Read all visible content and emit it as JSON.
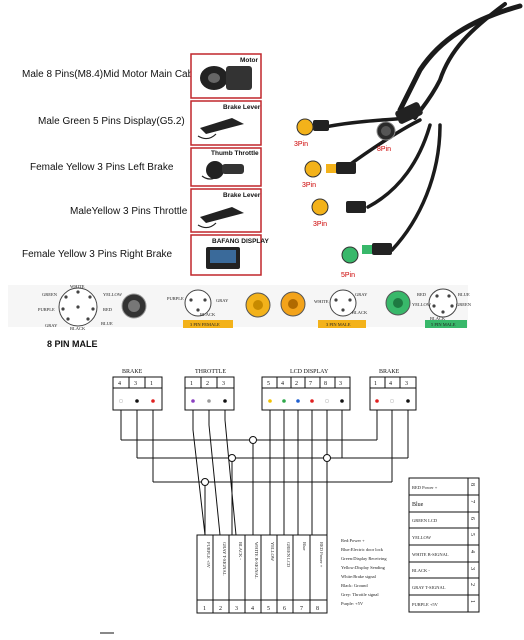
{
  "cables": [
    {
      "label": "Male 8 Pins(M8.4)Mid Motor Main Cable",
      "box_title": "Motor"
    },
    {
      "label": "Male Green 5 Pins Display(G5.2)",
      "box_title": "Brake Lever"
    },
    {
      "label": "Female Yellow 3 Pins Left Brake",
      "box_title": "Thumb Throttle"
    },
    {
      "label": "MaleYellow 3 Pins Throttle",
      "box_title": "Brake Lever"
    },
    {
      "label": "Female Yellow 3 Pins Right Brake",
      "box_title": "BAFANG DISPLAY"
    }
  ],
  "pin_callouts": [
    "8Pin",
    "3Pin",
    "3Pin",
    "3Pin",
    "5Pin"
  ],
  "pinouts": {
    "eight_pin_title": "8 PIN MALE",
    "eight_pin_wires": [
      "GREEN",
      "WHITE",
      "YELLOW",
      "PURPLE",
      "RED",
      "GRAY",
      "BLACK",
      "BLUE"
    ],
    "three_pin_female_label": "3 PIN FEMALE",
    "three_pin_female_wires": [
      "PURPLE",
      "GRAY",
      "BLACK"
    ],
    "three_pin_male_label": "3 PIN MALE",
    "three_pin_male_wires": [
      "WHITE",
      "GRAY",
      "BLACK"
    ],
    "five_pin_male_label": "5 PIN MALE",
    "five_pin_male_wires": [
      "RED",
      "BLUE",
      "YELLOW",
      "GREEN",
      "BLACK"
    ]
  },
  "schematic": {
    "brake_left": {
      "title": "BRAKE",
      "pins": [
        "4",
        "3",
        "1"
      ]
    },
    "throttle": {
      "title": "THROTTLE",
      "pins": [
        "1",
        "2",
        "3"
      ]
    },
    "display": {
      "title": "LCD DISPLAY",
      "pins": [
        "5",
        "4",
        "2",
        "7",
        "8",
        "3"
      ]
    },
    "brake_right": {
      "title": "BRAKE",
      "pins": [
        "1",
        "4",
        "3"
      ]
    },
    "bottom_connector": {
      "wires": [
        "PURPLE +5V",
        "GRAY  T-SIGNAL",
        "BLACK -",
        "WHITE B-SIGNAL",
        "YELLOW",
        "GREEN LCD",
        "Blue",
        "RED Power +"
      ],
      "numbers": [
        "1",
        "2",
        "3",
        "4",
        "5",
        "6",
        "7",
        "8"
      ]
    },
    "legend": [
      "Red:Power +",
      "Blue:Electric door lock",
      "Green:Display Receiving",
      "Yellow:Display Sending",
      "White:Brake signal",
      "Black: Ground",
      "Grey: Throttle signal",
      "Purple: +5V"
    ],
    "side_connector": {
      "wires": [
        "RED Power +",
        "Blue",
        "GREEN LCD",
        "YELLOW",
        "WHITE  B-SIGNAL",
        "BLACK  -",
        "GRAY  T-SIGNAL",
        "PURPLE  +5V"
      ],
      "numbers": [
        "8",
        "7",
        "6",
        "5",
        "4",
        "3",
        "2",
        "1"
      ]
    }
  },
  "colors": {
    "red": "#e02020",
    "purple": "#8a3fc0",
    "white": "#ffffff",
    "gray": "#9a9a9a",
    "black": "#111111",
    "yellow": "#f2c200",
    "green": "#2ea84a",
    "blue": "#1f5fd0",
    "box_border": "#c0262b",
    "cable": "#1b1b1b",
    "connector_yellow": "#f3b21a",
    "connector_green": "#38b86a"
  }
}
